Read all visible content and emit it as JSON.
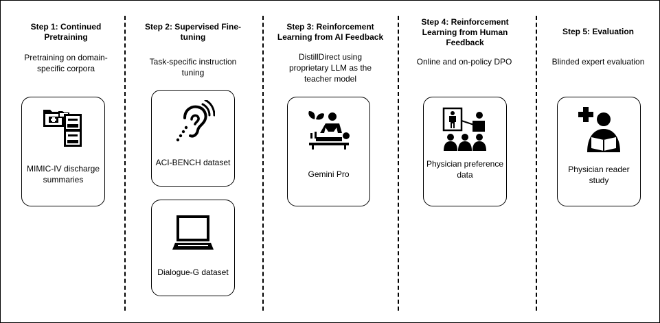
{
  "steps": [
    {
      "title": "Step 1: Continued Pretraining",
      "description": "Pretraining on domain-specific corpora",
      "boxes": [
        {
          "icon": "medical-file-cabinet-icon",
          "label": "MIMIC-IV discharge summaries"
        }
      ]
    },
    {
      "title": "Step 2: Supervised Fine-tuning",
      "description": "Task-specific instruction tuning",
      "boxes": [
        {
          "icon": "hearing-assist-icon",
          "label": "ACI-BENCH dataset"
        },
        {
          "icon": "computer-monitor-icon",
          "label": "Dialogue-G dataset"
        }
      ]
    },
    {
      "title": "Step 3: Reinforcement Learning from AI Feedback",
      "description": "DistillDirect using proprietary LLM as the teacher model",
      "boxes": [
        {
          "icon": "massage-therapy-icon",
          "label": "Gemini Pro"
        }
      ]
    },
    {
      "title": "Step 4: Reinforcement Learning from Human Feedback",
      "description": "Online and on-policy DPO",
      "boxes": [
        {
          "icon": "anatomy-lecture-icon",
          "label": "Physician preference data"
        }
      ]
    },
    {
      "title": "Step 5: Evaluation",
      "description": "Blinded expert evaluation",
      "boxes": [
        {
          "icon": "medical-reader-icon",
          "label": "Physician reader study"
        }
      ]
    }
  ]
}
